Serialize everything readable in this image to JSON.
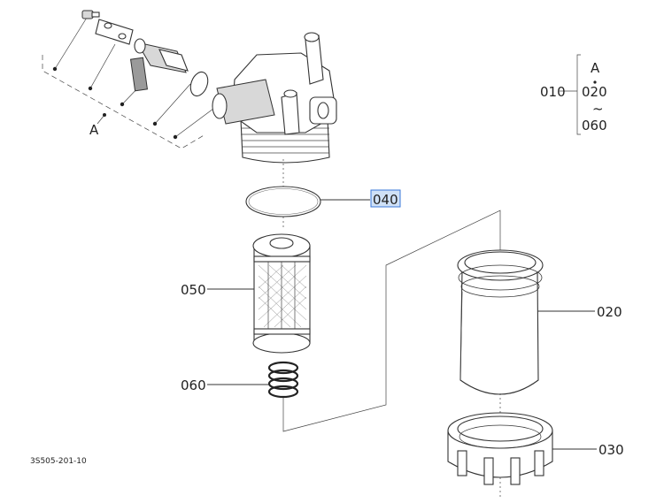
{
  "callouts": {
    "c010": "010",
    "c020": "020",
    "c030": "030",
    "c040": "040",
    "c050": "050",
    "c060": "060"
  },
  "group_bracket": {
    "ref": "A",
    "from": "020",
    "to": "060",
    "separator": "~"
  },
  "exploded_ref": "A",
  "drawing_id": "3S505-201-10",
  "selected_callout": "040",
  "colors": {
    "highlight_fill": "#cfe1f7",
    "highlight_stroke": "#3b78d8",
    "line": "#333333"
  }
}
